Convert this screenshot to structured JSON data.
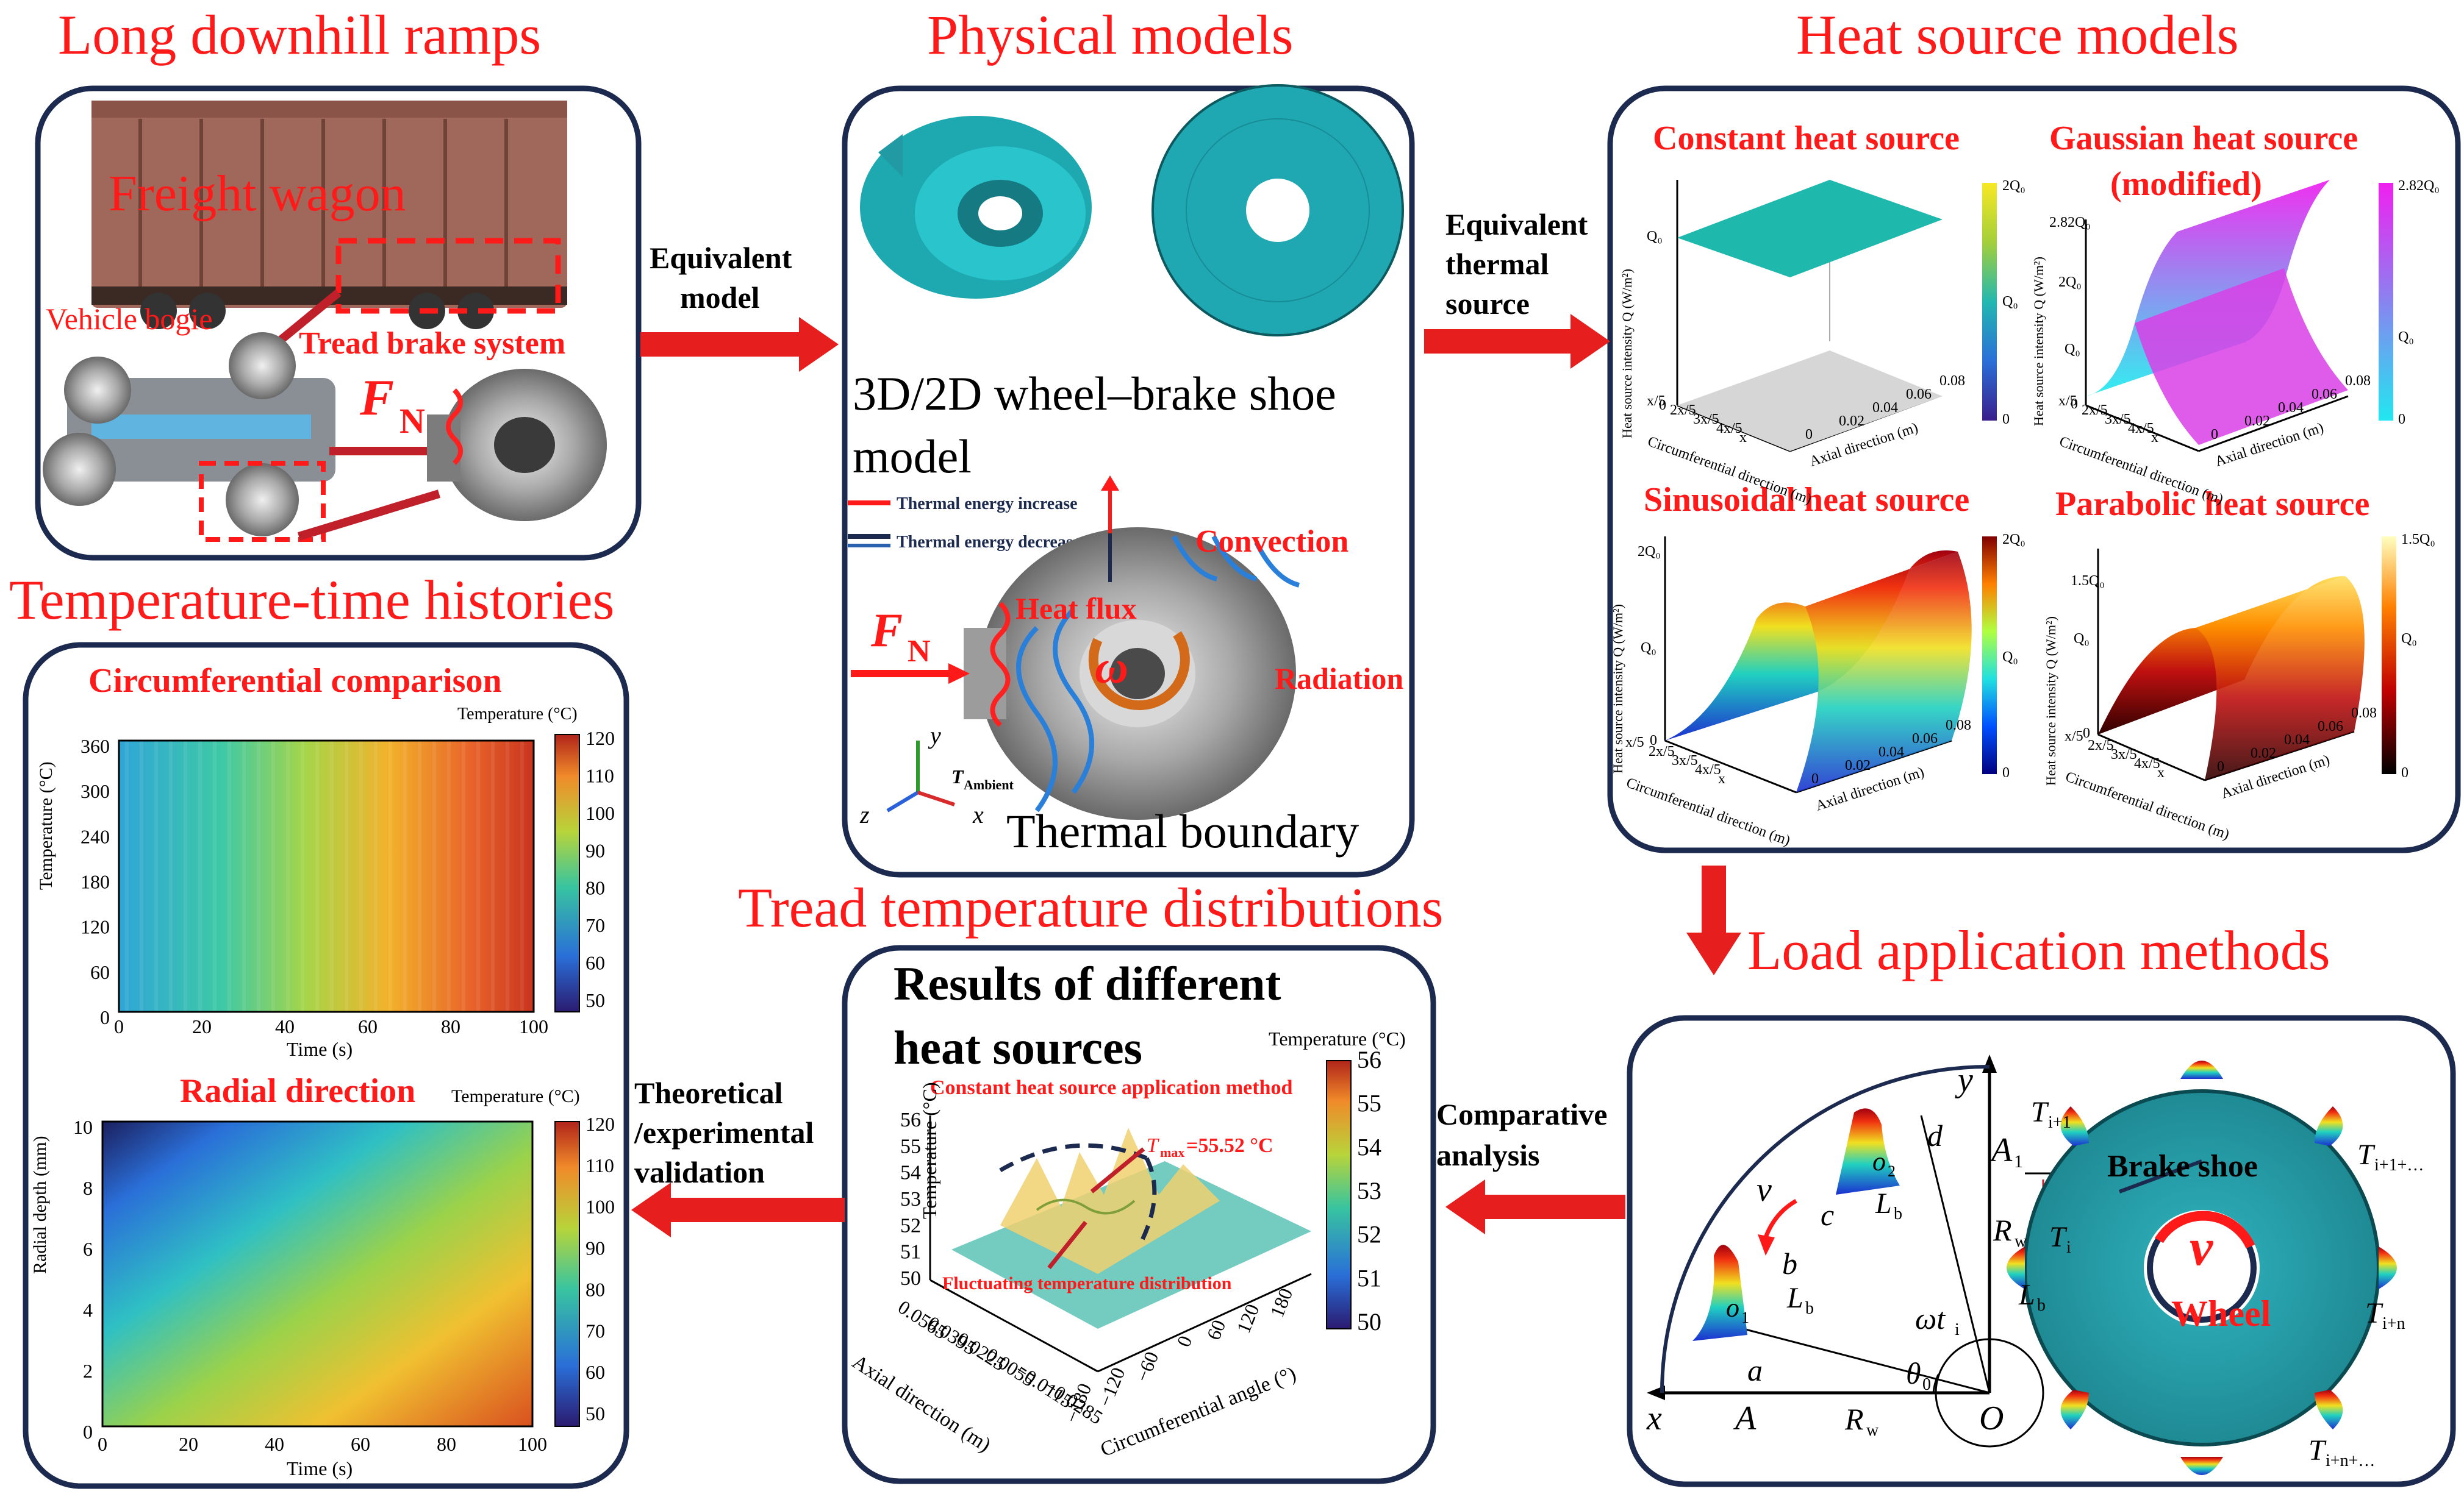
{
  "sections": {
    "downhill": "Long downhill ramps",
    "physical": "Physical models",
    "heat_source": "Heat source models",
    "temp_time": "Temperature-time histories",
    "tread_dist": "Tread temperature distributions",
    "load_app": "Load application methods"
  },
  "downhill_box": {
    "freight_wagon": "Freight wagon",
    "vehicle_bogie": "Vehicle bogie",
    "tread_brake": "Tread brake system",
    "force": "F",
    "force_sub": "N"
  },
  "arrows": {
    "equiv_model_1": "Equivalent",
    "equiv_model_2": "model",
    "equiv_thermal_1": "Equivalent",
    "equiv_thermal_2": "thermal",
    "equiv_thermal_3": "source",
    "comparative_1": "Comparative",
    "comparative_2": "analysis",
    "theoretical_1": "Theoretical",
    "theoretical_2": "/experimental",
    "theoretical_3": "validation"
  },
  "physical_box": {
    "model_line1": "3D/2D wheel–brake shoe",
    "model_line2": "model",
    "legend_increase": "Thermal energy increase",
    "legend_decrease": "Thermal energy decrease",
    "convection": "Convection",
    "heat_flux": "Heat flux",
    "radiation": "Radiation",
    "omega": "ω",
    "force": "F",
    "force_sub": "N",
    "thermal_boundary": "Thermal boundary",
    "ambient": "T",
    "ambient_sub": "Ambient",
    "axis_y": "y",
    "axis_z": "z",
    "axis_x": "x"
  },
  "heat_box": {
    "constant": "Constant heat source",
    "gaussian_1": "Gaussian heat source",
    "gaussian_2": "(modified)",
    "sinusoidal": "Sinusoidal heat source",
    "parabolic": "Parabolic heat source",
    "zlabel": "Heat source intensity Q (W/m²)",
    "xlabel": "Circumferential direction (m)",
    "ylabel": "Axial direction (m)",
    "x_ticks": [
      "x/5",
      "2x/5",
      "3x/5",
      "4x/5",
      "x"
    ],
    "y_ticks": [
      "0",
      "0.02",
      "0.04",
      "0.06",
      "0.08"
    ],
    "const_cbar": [
      "2Q₀",
      "Q₀",
      "0"
    ],
    "gauss_cbar": [
      "2.82Q₀",
      "Q₀",
      "0"
    ],
    "sin_cbar": [
      "2Q₀",
      "Q₀",
      "0"
    ],
    "para_cbar": [
      "1.5Q₀",
      "Q₀",
      "0"
    ],
    "const_z": [
      "Q₀",
      "0"
    ],
    "gauss_z": [
      "2.82Q₀",
      "2Q₀",
      "Q₀",
      "0"
    ],
    "sin_z": [
      "2Q₀",
      "Q₀",
      "0"
    ],
    "para_z": [
      "1.5Q₀",
      "Q₀",
      "0"
    ]
  },
  "temp_box": {
    "circ_title": "Circumferential comparison",
    "radial_title": "Radial direction",
    "cbar_label": "Temperature (°C)",
    "cbar_ticks": [
      "120",
      "110",
      "100",
      "90",
      "80",
      "70",
      "60",
      "50"
    ],
    "circ_ylabel": "Temperature (°C)",
    "circ_yticks": [
      "360",
      "300",
      "240",
      "180",
      "120",
      "60",
      "0"
    ],
    "xlabel": "Time (s)",
    "xticks": [
      "0",
      "20",
      "40",
      "60",
      "80",
      "100"
    ],
    "radial_ylabel": "Radial depth (mm)",
    "radial_yticks": [
      "10",
      "8",
      "6",
      "4",
      "2",
      "0"
    ]
  },
  "tread_box": {
    "title_1": "Results of different",
    "title_2": "heat sources",
    "cbar_label": "Temperature (°C)",
    "cbar_ticks": [
      "56",
      "55",
      "54",
      "53",
      "52",
      "51",
      "50"
    ],
    "constant_method": "Constant heat source application method",
    "tmax": "T",
    "tmax_sub": "max",
    "tmax_val": "=55.52 °C",
    "fluct": "Fluctuating temperature distribution",
    "zlabel": "Temperature (°C)",
    "zticks": [
      "56",
      "55",
      "54",
      "53",
      "52",
      "51",
      "50"
    ],
    "axial_label": "Axial direction (m)",
    "axial_ticks": [
      "0.0565",
      "0.0395",
      "0.0225",
      "0.0055",
      "−0.0115",
      "−0.0285"
    ],
    "circ_label": "Circumferential angle (°)",
    "circ_ticks": [
      "−180",
      "−120",
      "−60",
      "0",
      "60",
      "120",
      "180"
    ]
  },
  "load_box": {
    "y": "y",
    "x": "x",
    "O": "O",
    "A": "A",
    "A1": "A",
    "A1_sub": "1",
    "a": "a",
    "b": "b",
    "c": "c",
    "d": "d",
    "o1": "o",
    "o1_sub": "1",
    "o2": "o",
    "o2_sub": "2",
    "v": "v",
    "Lb": "L",
    "Lb_sub": "b",
    "Rw": "R",
    "Rw_sub": "w",
    "theta": "θ",
    "theta_sub": "0",
    "omega_t": "ωt",
    "omega_t_sub": "i",
    "brake_shoe": "Brake shoe",
    "wheel": "Wheel",
    "Ti1": "T",
    "Ti1_sub": "i+1",
    "Ti11": "T",
    "Ti11_sub": "i+1+…",
    "Ti": "T",
    "Ti_sub": "i",
    "Tin": "T",
    "Tin_sub": "i+n",
    "Tin1": "T",
    "Tin1_sub": "i+n+…"
  }
}
